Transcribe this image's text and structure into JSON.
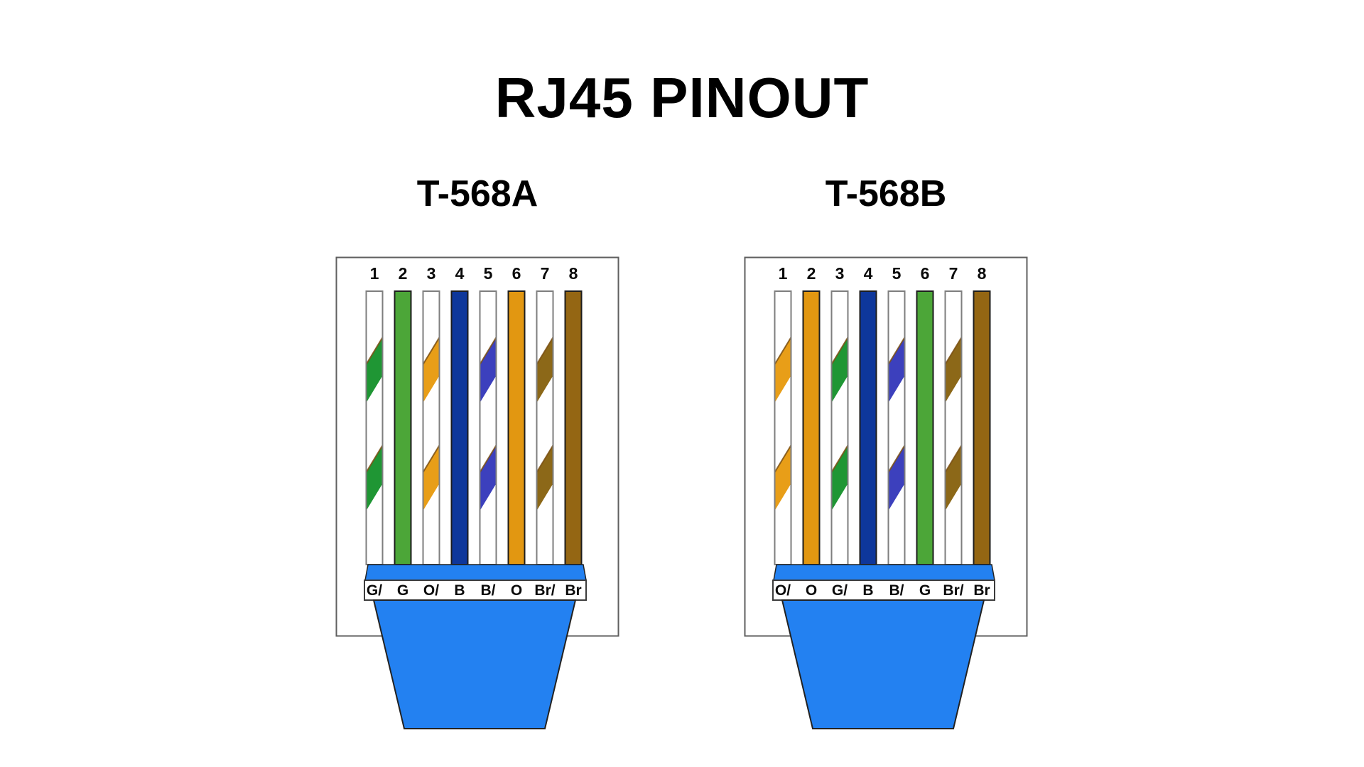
{
  "title": "RJ45 PINOUT",
  "standards": [
    {
      "name": "T-568A",
      "pins": [
        {
          "number": "1",
          "label": "G/",
          "color": "green",
          "striped": true
        },
        {
          "number": "2",
          "label": "G",
          "color": "green",
          "striped": false
        },
        {
          "number": "3",
          "label": "O/",
          "color": "orange",
          "striped": true
        },
        {
          "number": "4",
          "label": "B",
          "color": "blue",
          "striped": false
        },
        {
          "number": "5",
          "label": "B/",
          "color": "blue",
          "striped": true
        },
        {
          "number": "6",
          "label": "O",
          "color": "orange",
          "striped": false
        },
        {
          "number": "7",
          "label": "Br/",
          "color": "brown",
          "striped": true
        },
        {
          "number": "8",
          "label": "Br",
          "color": "brown",
          "striped": false
        }
      ]
    },
    {
      "name": "T-568B",
      "pins": [
        {
          "number": "1",
          "label": "O/",
          "color": "orange",
          "striped": true
        },
        {
          "number": "2",
          "label": "O",
          "color": "orange",
          "striped": false
        },
        {
          "number": "3",
          "label": "G/",
          "color": "green",
          "striped": true
        },
        {
          "number": "4",
          "label": "B",
          "color": "blue",
          "striped": false
        },
        {
          "number": "5",
          "label": "B/",
          "color": "blue",
          "striped": true
        },
        {
          "number": "6",
          "label": "G",
          "color": "green",
          "striped": false
        },
        {
          "number": "7",
          "label": "Br/",
          "color": "brown",
          "striped": true
        },
        {
          "number": "8",
          "label": "Br",
          "color": "brown",
          "striped": false
        }
      ]
    }
  ],
  "palette": {
    "plug_blue": "#2381f1",
    "wires": {
      "green": {
        "solid": "#4ca638",
        "stripe": "#1f9634"
      },
      "orange": {
        "solid": "#e29711",
        "stripe": "#e89e18"
      },
      "blue": {
        "solid": "#0e379b",
        "stripe": "#3c40bd"
      },
      "brown": {
        "solid": "#946613",
        "stripe": "#8c6818"
      }
    },
    "stripe_edge": "#7a4f12",
    "box_border": "#5f5f5f",
    "white_wire_border": "#7e7e7e",
    "color_wire_border": "#1d1d1d"
  }
}
